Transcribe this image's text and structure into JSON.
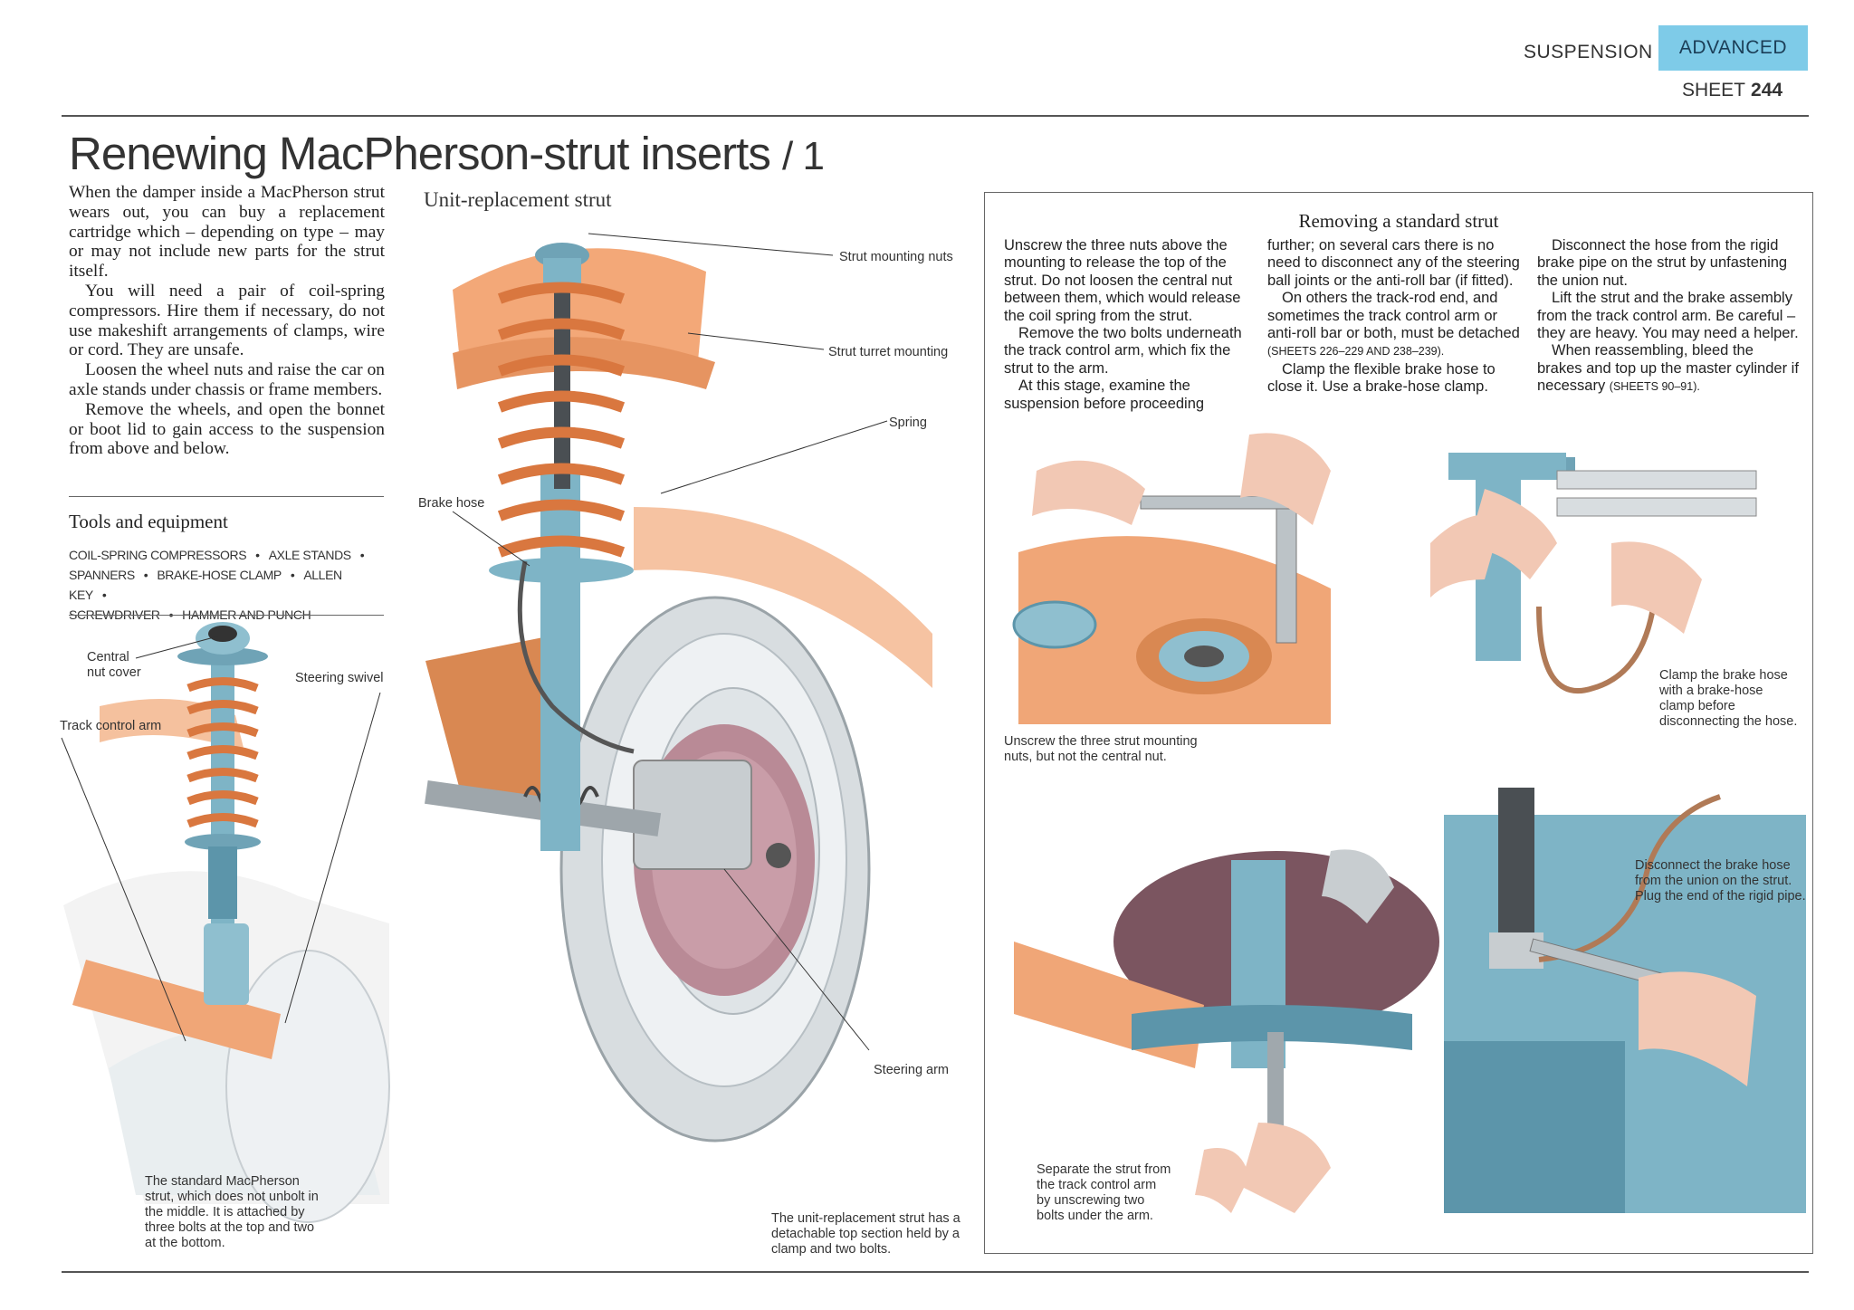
{
  "header": {
    "section": "SUSPENSION",
    "level": "ADVANCED",
    "sheet_label": "SHEET",
    "sheet_number": "244",
    "level_color": "#7ecbe8"
  },
  "title": {
    "main": "Renewing MacPherson-strut inserts",
    "part": "/ 1"
  },
  "intro": {
    "paragraphs": [
      "When the damper inside a MacPherson strut wears out, you can buy a replacement cartridge which – depending on type – may or may not include new parts for the strut itself.",
      "You will need a pair of coil-spring compressors. Hire them if necessary, do not use makeshift arrangements of clamps, wire or cord. They are unsafe.",
      "Loosen the wheel nuts and raise the car on axle stands under chassis or frame members.",
      "Remove the wheels, and open the bonnet or boot lid to gain access to the suspension from above and below."
    ]
  },
  "tools": {
    "title": "Tools and equipment",
    "items": [
      "COIL-SPRING COMPRESSORS",
      "AXLE STANDS",
      "SPANNERS",
      "BRAKE-HOSE CLAMP",
      "ALLEN KEY",
      "SCREWDRIVER",
      "HAMMER AND PUNCH"
    ]
  },
  "standard_strut": {
    "labels": {
      "central_nut_1": "Central",
      "central_nut_2": "nut cover",
      "steering_swivel": "Steering swivel",
      "track_control_arm": "Track control arm"
    },
    "caption": "The standard MacPherson strut, which does not unbolt in the middle. It is attached by three bolts at the top and two at the bottom."
  },
  "unit_strut": {
    "title": "Unit-replacement strut",
    "labels": {
      "mounting_nuts": "Strut mounting nuts",
      "turret_mounting": "Strut turret mounting",
      "spring": "Spring",
      "brake_hose": "Brake hose",
      "steering_arm": "Steering arm"
    },
    "caption": "The unit-replacement strut has a detachable top section held by a clamp and two bolts."
  },
  "removing": {
    "title": "Removing a standard strut",
    "col1": [
      "Unscrew the three nuts above the mounting to release the top of the strut. Do not loosen the central nut between them, which would release the coil spring from the strut.",
      "Remove the two bolts underneath the track control arm, which fix the strut to the arm.",
      "At this stage, examine the suspension before proceeding"
    ],
    "col2_p1": "further; on several cars there is no need to disconnect any of the steering ball joints or the anti-roll bar (if fitted).",
    "col2_p2": "On others the track-rod end, and sometimes the track control arm or anti-roll bar or both, must be detached",
    "col2_p2_ref": "(SHEETS 226–229 AND 238–239).",
    "col2_p3": "Clamp the flexible brake hose to close it. Use a brake-hose clamp.",
    "col3_p1": "Disconnect the hose from the rigid brake pipe on the strut by unfastening the union nut.",
    "col3_p2": "Lift the strut and the brake assembly from the track control arm. Be careful – they are heavy. You may need a helper.",
    "col3_p3": "When reassembling, bleed the brakes and top up the master cylinder if necessary",
    "col3_p3_ref": "(SHEETS 90–91).",
    "captions": {
      "unscrew": "Unscrew the three strut mounting nuts, but not the central nut.",
      "clamp": "Clamp the brake hose with a brake-hose clamp before disconnecting the hose.",
      "disconnect": "Disconnect the brake hose from the union on the strut. Plug the end of the rigid pipe.",
      "separate": "Separate the strut from the track control arm by unscrewing two bolts under the arm."
    }
  },
  "colors": {
    "orange_body": "#f0a677",
    "spring_orange": "#d9773f",
    "strut_blue": "#7eb4c6",
    "skin": "#f2c8b4"
  }
}
